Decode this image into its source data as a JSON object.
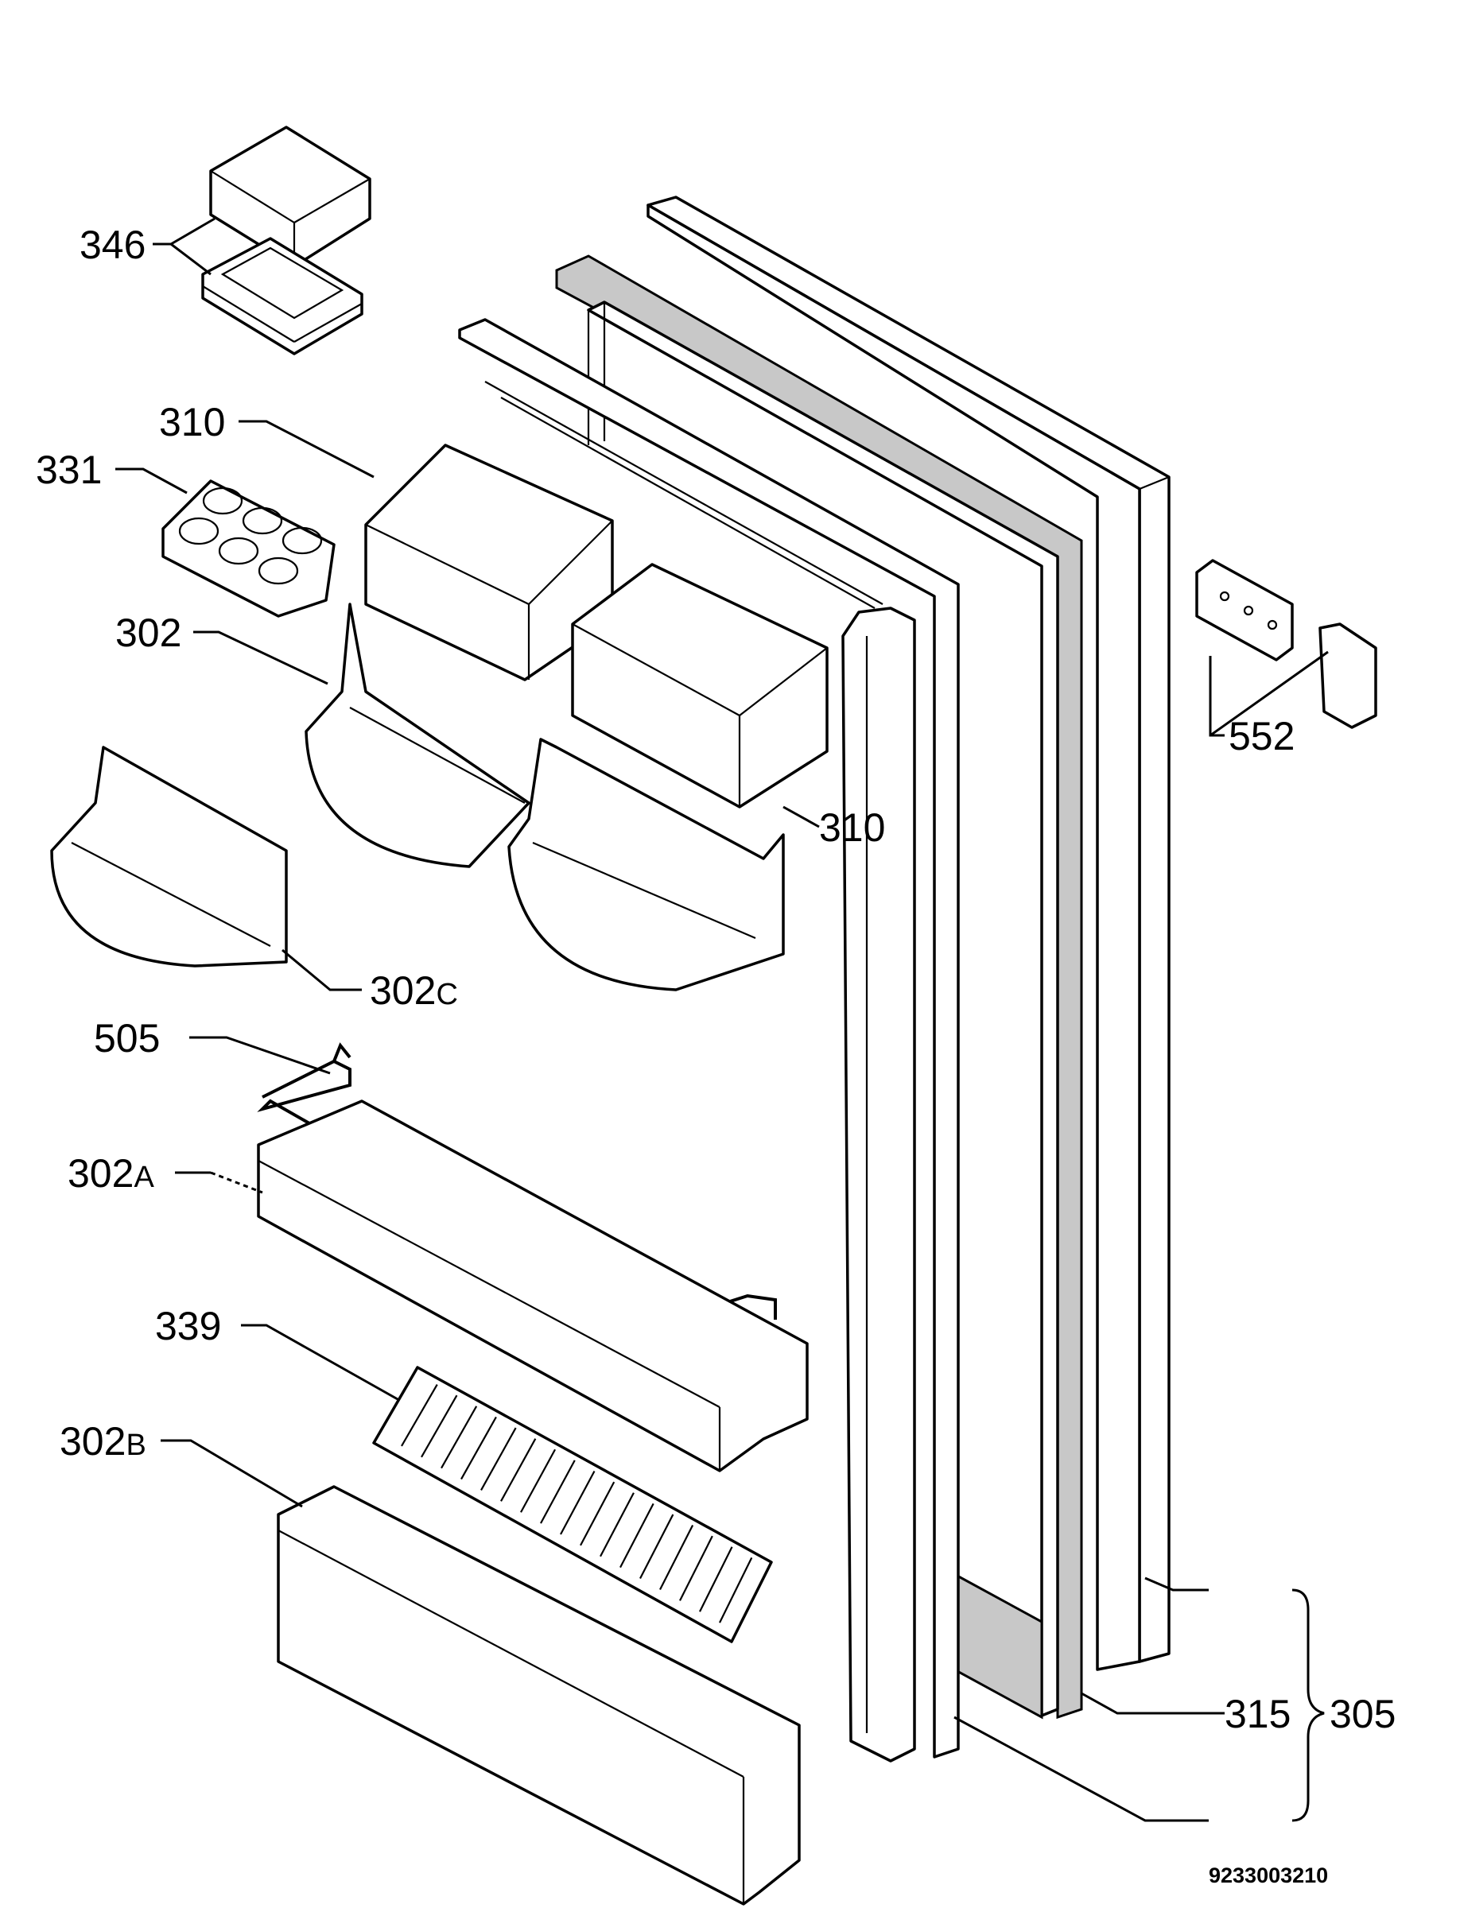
{
  "diagram": {
    "document_number": "9233003210",
    "callouts": [
      {
        "id": "346",
        "text": "346"
      },
      {
        "id": "310a",
        "text": "310"
      },
      {
        "id": "331",
        "text": "331"
      },
      {
        "id": "302",
        "text": "302"
      },
      {
        "id": "302c",
        "text": "302",
        "suffix": "C"
      },
      {
        "id": "505",
        "text": "505"
      },
      {
        "id": "302a",
        "text": "302",
        "suffix": "A"
      },
      {
        "id": "339",
        "text": "339"
      },
      {
        "id": "302b",
        "text": "302",
        "suffix": "B"
      },
      {
        "id": "310b",
        "text": "310"
      },
      {
        "id": "552",
        "text": "552"
      },
      {
        "id": "315",
        "text": "315"
      },
      {
        "id": "305",
        "text": "305"
      }
    ]
  }
}
